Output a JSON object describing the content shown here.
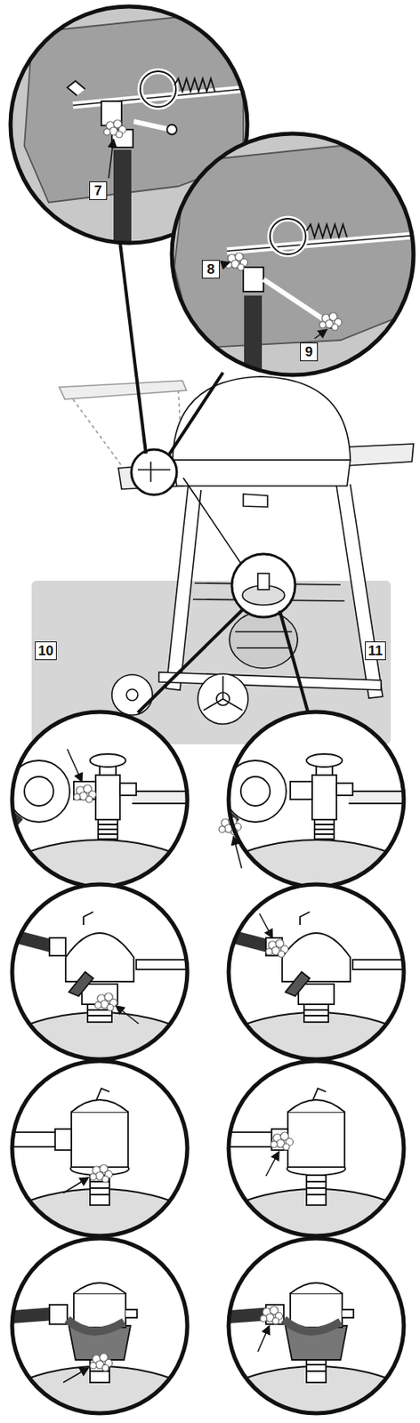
{
  "diagram": {
    "nodes": [
      {
        "text": [
          "7"
        ]
      },
      {
        "text": [
          "8"
        ]
      },
      {
        "text": [
          "9"
        ]
      },
      {
        "text": [
          "10"
        ]
      },
      {
        "text": [
          "11"
        ]
      }
    ]
  }
}
